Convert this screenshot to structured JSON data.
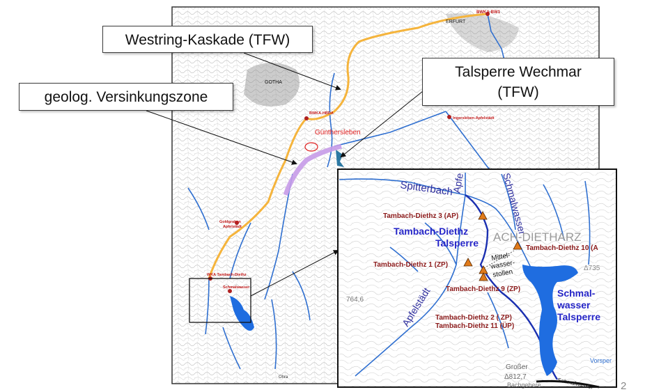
{
  "callouts": {
    "westring": "Westring-Kaskade (TFW)",
    "versinkung": "geolog. Versinkungszone",
    "wechmar_line1": "Talsperre Wechmar",
    "wechmar_line2": "(TFW)"
  },
  "overview_map": {
    "places": {
      "erfurt": "ERFURT",
      "gotha": "GOTHA",
      "guenthersleben": "Günthersleben",
      "bwka_bw1": "BWKA-BW1",
      "bwka_hbda": "BWKA-HBDA",
      "ingersleben": "Ingersleben-Apfelstädt",
      "goldgraben": "Goldgraben",
      "apfelstaedt": "Apfelstädt",
      "wka_tambach": "WKA Tambach-Diethz",
      "schmalwasser": "Schmalwasser",
      "ohra": "Ohra"
    }
  },
  "inset_map": {
    "rivers": {
      "spitterbach": "Spitterbach",
      "apfel": "Apfe",
      "schmalwasser": "Schmalwasser",
      "apfelstaedt": "Apfelstädt",
      "schmalwasser_road": "Schmalwasser"
    },
    "reservoirs": {
      "tambach_line1": "Tambach-Diethz",
      "tambach_line2": "Talsperre",
      "schmal_line1": "Schmal-",
      "schmal_line2": "wasser",
      "schmal_line3": "Talsperre"
    },
    "stations": {
      "s3": "Tambach-Diethz 3 (AP)",
      "s10": "Tambach-Diethz 10 (A",
      "s1": "Tambach-Diethz 1 (ZP)",
      "s9": "Tambach-Diethz 9 (ZP)",
      "s2": "Tambach-Diethz 2 ( ZP)",
      "s11": "Tambach-Diethz 11 (ÜP)"
    },
    "tunnel": {
      "line1": "Mittel-",
      "line2": "wasser-",
      "line3": "stollen"
    },
    "terrain": {
      "town": "ACH-DIETHARZ",
      "height1": "Δ735",
      "height2": "764,6",
      "forest": "Großer",
      "summit": "Δ812,7",
      "valley": "Bachgebere",
      "east": "Vorsper"
    }
  },
  "page_number": "2",
  "colors": {
    "pipeline": "#f5b43c",
    "river": "#2f6fd0",
    "reservoir": "#1f6de0",
    "label_red": "#8b1a1a",
    "station_marker": "#e07a1a",
    "versinkung": "#c79be8"
  }
}
